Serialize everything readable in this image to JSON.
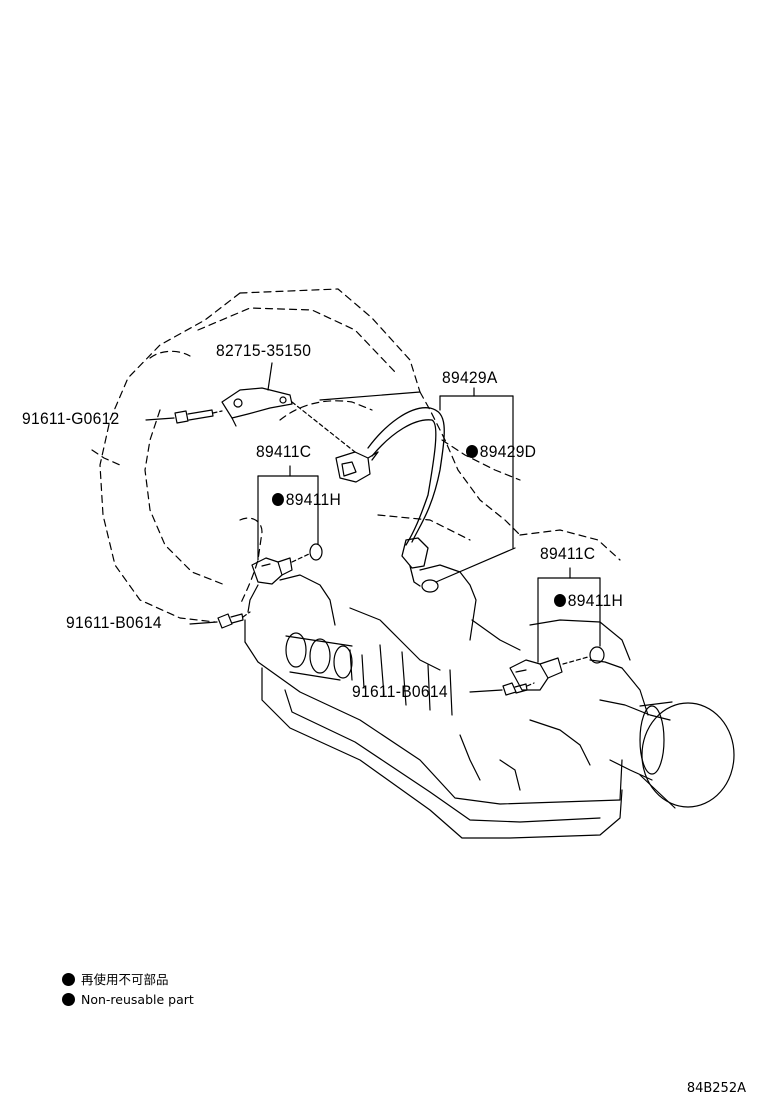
{
  "parts": {
    "p82715": "82715-35150",
    "p91611_g": "91611-G0612",
    "p89429a": "89429A",
    "p89429d": "89429D",
    "p89411c_left": "89411C",
    "p89411h_left": "89411H",
    "p91611_b_left": "91611-B0614",
    "p89411c_right": "89411C",
    "p89411h_right": "89411H",
    "p91611_b_right": "91611-B0614"
  },
  "legend": {
    "line1": "再使用不可部品",
    "line2": "Non-reusable part"
  },
  "diagram_code": "84B252A",
  "colors": {
    "ink": "#000000",
    "paper": "#ffffff"
  }
}
